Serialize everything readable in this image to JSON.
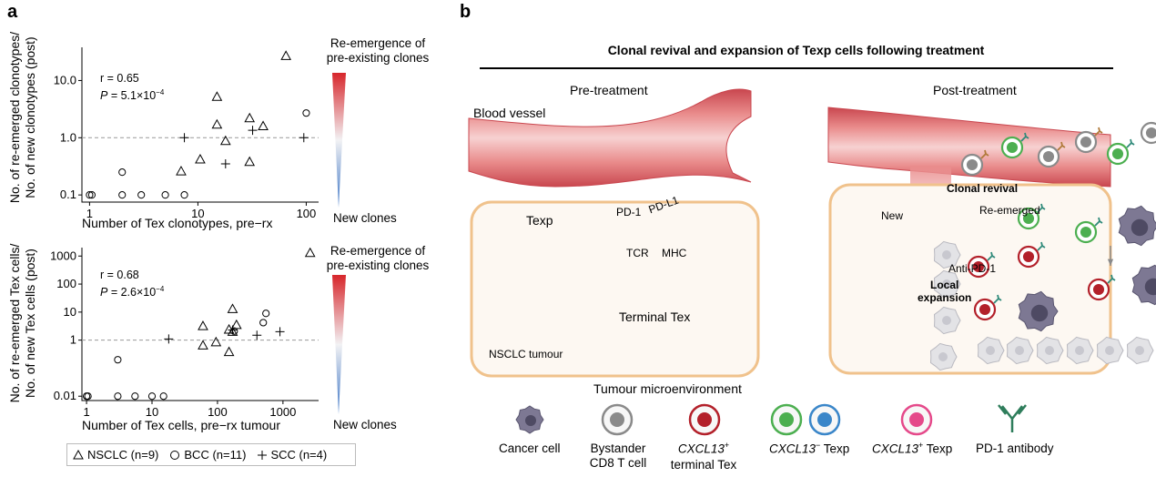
{
  "panel_a": {
    "label": "a",
    "top_plot": {
      "ylabel_line1": "No. of re-emerged clonotypes/",
      "ylabel_line2": "No. of new clonotypes (post)",
      "xlabel": "Number of Tex clonotypes, pre−rx",
      "stat_r": "r = 0.65",
      "stat_p_prefix": "P",
      "stat_p_value": " = 5.1×10",
      "stat_p_exp": "−4",
      "xticks": [
        "1",
        "10",
        "100"
      ],
      "yticks": [
        "0.1",
        "1.0",
        "10.0"
      ]
    },
    "bottom_plot": {
      "ylabel_line1": "No. of re-emerged Tex cells/",
      "ylabel_line2": "No. of new Tex cells (post)",
      "xlabel": "Number of Tex cells, pre−rx tumour",
      "stat_r": "r = 0.68",
      "stat_p_prefix": "P",
      "stat_p_value": " = 2.6×10",
      "stat_p_exp": "−4",
      "xticks": [
        "1",
        "10",
        "100",
        "1000"
      ],
      "yticks": [
        "0.01",
        "1",
        "10",
        "100",
        "1000"
      ]
    },
    "colorbar_top": {
      "top_line1": "Re-emergence of",
      "top_line2": "pre-existing clones",
      "bottom": "New clones"
    },
    "colorbar_bottom": {
      "top_line1": "Re-emergence of",
      "top_line2": "pre-existing clones",
      "bottom": "New clones"
    },
    "legend": {
      "nsclc": "NSCLC (n=9)",
      "bcc": "BCC (n=11)",
      "scc": "SCC (n=4)"
    },
    "colors": {
      "red": "#d7262b",
      "blue": "#3a73c4",
      "axis": "#000000",
      "dash": "#9a9a9a"
    }
  },
  "chart_data": [
    {
      "type": "scatter",
      "xlabel": "Number of Tex clonotypes, pre−rx",
      "ylabel": "No. of re-emerged clonotypes/ No. of new clonotypes (post)",
      "xscale": "log",
      "yscale": "log",
      "xlim": [
        0.85,
        130
      ],
      "ylim": [
        0.075,
        38
      ],
      "reference_line_y": 1,
      "series": [
        {
          "name": "NSCLC (n=9)",
          "marker": "triangle",
          "points": [
            [
              7,
              0.26
            ],
            [
              10.5,
              0.42
            ],
            [
              15,
              5.2
            ],
            [
              15,
              1.7
            ],
            [
              18,
              0.88
            ],
            [
              30,
              2.2
            ],
            [
              30,
              0.38
            ],
            [
              40,
              1.6
            ],
            [
              65,
              27
            ]
          ]
        },
        {
          "name": "BCC (n=11)",
          "marker": "circle",
          "points": [
            [
              1,
              0.1
            ],
            [
              1.05,
              0.1
            ],
            [
              2,
              0.25
            ],
            [
              2,
              0.1
            ],
            [
              3,
              0.1
            ],
            [
              5,
              0.1
            ],
            [
              7.5,
              0.1
            ],
            [
              100,
              2.7
            ]
          ]
        },
        {
          "name": "SCC (n=4)",
          "marker": "plus",
          "points": [
            [
              7.5,
              1.0
            ],
            [
              18,
              0.35
            ],
            [
              32,
              1.35
            ],
            [
              95,
              1.0
            ]
          ]
        }
      ]
    },
    {
      "type": "scatter",
      "xlabel": "Number of Tex cells, pre−rx tumour",
      "ylabel": "No. of re-emerged Tex cells/ No. of new Tex cells (post)",
      "xscale": "log",
      "yscale": "log",
      "xlim": [
        0.85,
        3500
      ],
      "ylim": [
        0.007,
        2000
      ],
      "reference_line_y": 1,
      "series": [
        {
          "name": "NSCLC (n=9)",
          "marker": "triangle",
          "points": [
            [
              60,
              3.2
            ],
            [
              60,
              0.65
            ],
            [
              95,
              0.85
            ],
            [
              150,
              2.4
            ],
            [
              150,
              0.38
            ],
            [
              170,
              13
            ],
            [
              170,
              2.0
            ],
            [
              195,
              3.5
            ],
            [
              2600,
              1300
            ]
          ]
        },
        {
          "name": "BCC (n=11)",
          "marker": "circle",
          "points": [
            [
              1,
              0.01
            ],
            [
              1.05,
              0.01
            ],
            [
              3,
              0.2
            ],
            [
              3,
              0.01
            ],
            [
              5.5,
              0.01
            ],
            [
              10,
              0.01
            ],
            [
              15,
              0.01
            ],
            [
              180,
              2.1
            ],
            [
              550,
              9
            ],
            [
              500,
              4.2
            ]
          ]
        },
        {
          "name": "SCC (n=4)",
          "marker": "plus",
          "points": [
            [
              18,
              1.1
            ],
            [
              170,
              2.3
            ],
            [
              400,
              1.5
            ],
            [
              900,
              2.0
            ]
          ]
        }
      ]
    }
  ],
  "panel_b": {
    "label": "b",
    "title": "Clonal revival and expansion of Texp cells following treatment",
    "pre_header": "Pre-treatment",
    "post_header": "Post-treatment",
    "blood_vessel": "Blood vessel",
    "texp": "Texp",
    "pd1": "PD-1",
    "pdl1": "PD-L1",
    "tcr": "TCR",
    "mhc": "MHC",
    "terminal_tex": "Terminal Tex",
    "nsclc_tumour": "NSCLC tumour",
    "tme": "Tumour microenvironment",
    "new": "New",
    "clonal_revival": "Clonal revival",
    "re_emerged": "Re-emerged",
    "anti_pd1": "Anti-PD-1",
    "local_expansion_1": "Local",
    "local_expansion_2": "expansion",
    "legend": {
      "cancer_cell": "Cancer cell",
      "bystander_1": "Bystander",
      "bystander_2": "CD8 T cell",
      "terminal_gene": "CXCL13",
      "terminal_sup": "+",
      "terminal_rest": "terminal Tex",
      "neg_gene": "CXCL13",
      "neg_sup": "−",
      "neg_rest": " Texp",
      "pos_gene": "CXCL13",
      "pos_sup": "+",
      "pos_rest": " Texp",
      "antibody": "PD-1 antibody"
    },
    "colors": {
      "vessel": "#e07a7a",
      "vessel_light": "#f6cdcd",
      "tme_border": "#f0c28c",
      "tme_fill": "#fdf8f2",
      "green": "#4caf50",
      "blue": "#3a86c9",
      "pink": "#e5498a",
      "darkred": "#b3202a",
      "cancer": "#6e6a80",
      "bystander": "#8a8a8a"
    }
  }
}
